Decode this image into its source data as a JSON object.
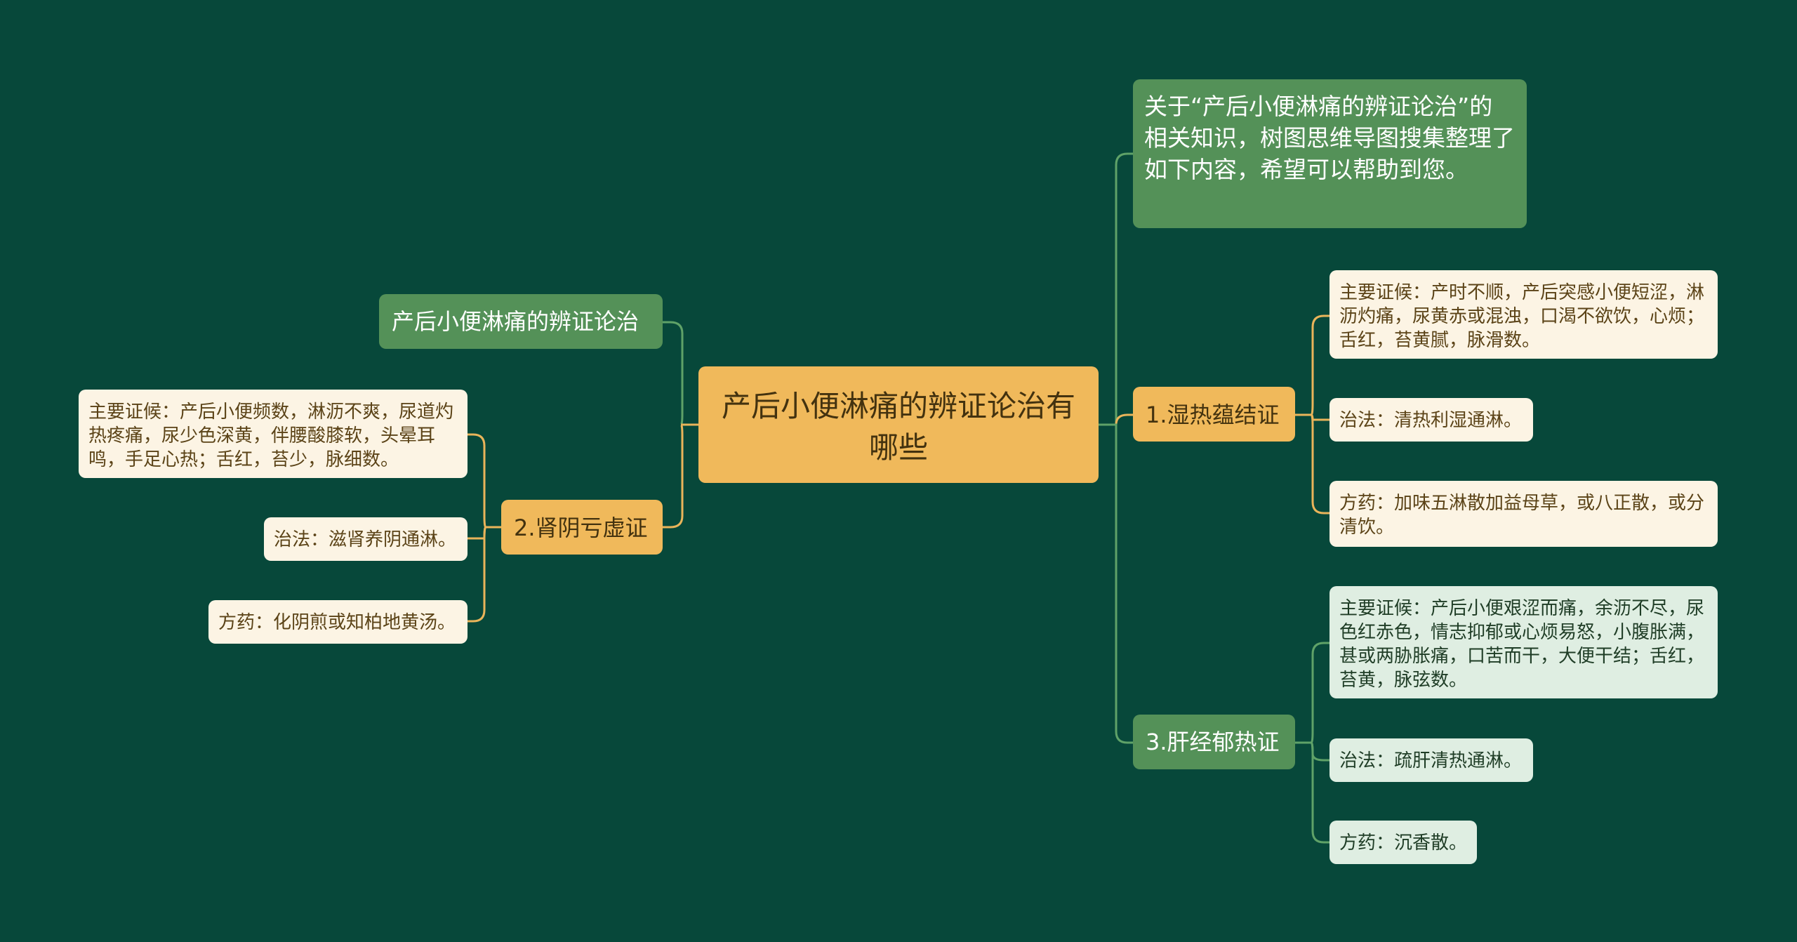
{
  "root": {
    "label": "产后小便淋痛的辨证论治有哪些"
  },
  "intro": {
    "label": "关于“产后小便淋痛的辨证论治”的相关知识，树图思维导图搜集整理了如下内容，希望可以帮助到您。"
  },
  "left_title": {
    "label": "产后小便淋痛的辨证论治"
  },
  "branch1": {
    "label": "1.湿热蕴结证",
    "leaves": [
      "主要证候：产时不顺，产后突感小便短涩，淋沥灼痛，尿黄赤或混浊，口渴不欲饮，心烦；舌红，苔黄腻，脉滑数。",
      "治法：清热利湿通淋。",
      "方药：加味五淋散加益母草，或八正散，或分清饮。"
    ]
  },
  "branch2": {
    "label": "2.肾阴亏虚证",
    "leaves": [
      "主要证候：产后小便频数，淋沥不爽，尿道灼热疼痛，尿少色深黄，伴腰酸膝软，头晕耳鸣，手足心热；舌红，苔少，脉细数。",
      "治法：滋肾养阴通淋。",
      "方药：化阴煎或知柏地黄汤。"
    ]
  },
  "branch3": {
    "label": "3.肝经郁热证",
    "leaves": [
      "主要证候：产后小便艰涩而痛，余沥不尽，尿色红赤色，情志抑郁或心烦易怒，小腹胀满，甚或两胁胀痛，口苦而干，大便干结；舌红，苔黄，脉弦数。",
      "治法：疏肝清热通淋。",
      "方药：沉香散。"
    ]
  },
  "colors": {
    "background": "#07483a",
    "root": "#f0b95b",
    "green_node": "#549158",
    "warm_leaf": "#fcf4e4",
    "cool_leaf": "#dfeee2",
    "warm_line": "#e9b45a",
    "green_line": "#5fa268"
  }
}
